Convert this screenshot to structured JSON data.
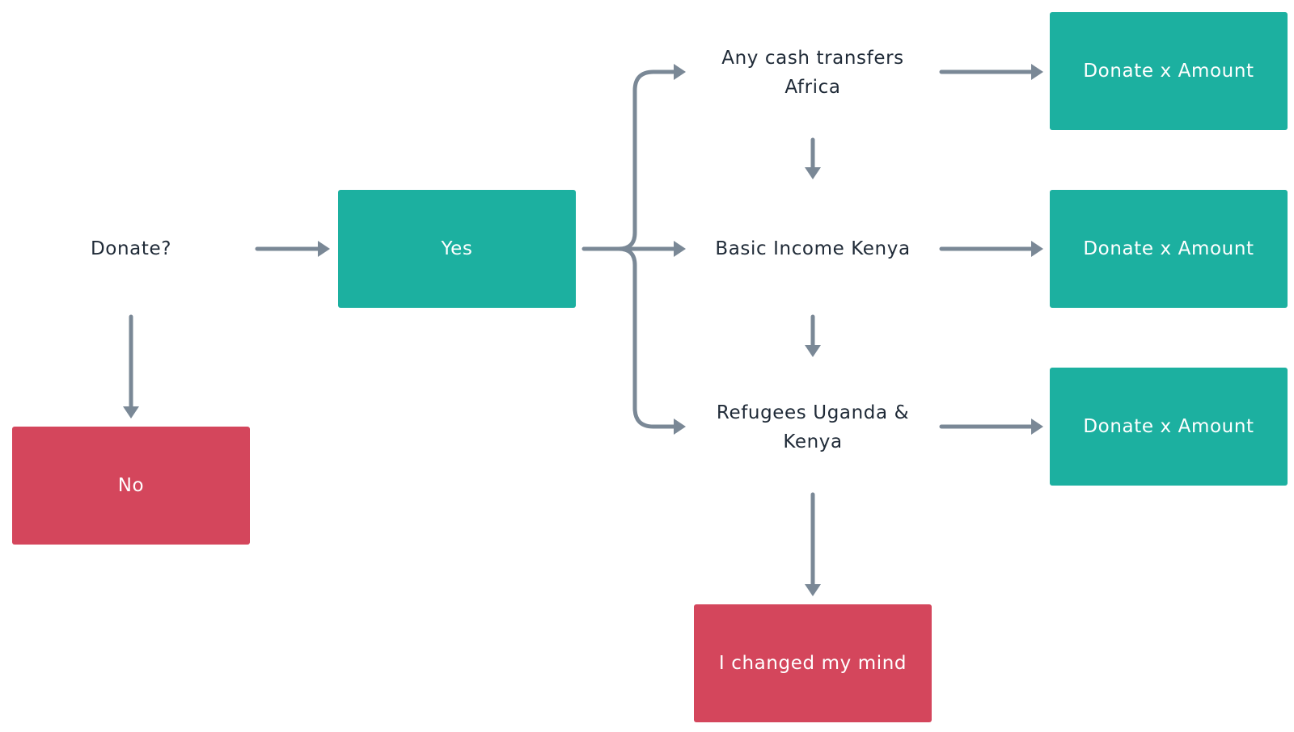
{
  "nodes": {
    "donate_question": "Donate?",
    "yes": "Yes",
    "no": "No",
    "any_cash_transfers": "Any cash transfers Africa",
    "basic_income": "Basic Income Kenya",
    "refugees": "Refugees Uganda & Kenya",
    "donate_amount_1": "Donate x Amount",
    "donate_amount_2": "Donate x Amount",
    "donate_amount_3": "Donate x Amount",
    "changed_mind": "I changed my mind"
  },
  "colors": {
    "accept": "#1cb0a0",
    "reject": "#d4465c",
    "connector": "#7a8896",
    "text": "#1f2a37"
  }
}
